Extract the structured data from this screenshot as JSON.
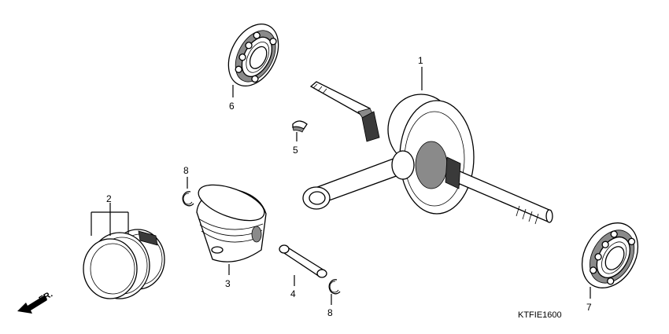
{
  "callouts": {
    "crankshaft": "1",
    "piston_ring_set": "2",
    "piston": "3",
    "piston_pin": "4",
    "woodruff_key": "5",
    "bearing_upper": "6",
    "bearing_lower": "7",
    "clip_left": "8",
    "clip_right": "8"
  },
  "direction_marker": "FR.",
  "diagram_code": "KTFIE1600"
}
